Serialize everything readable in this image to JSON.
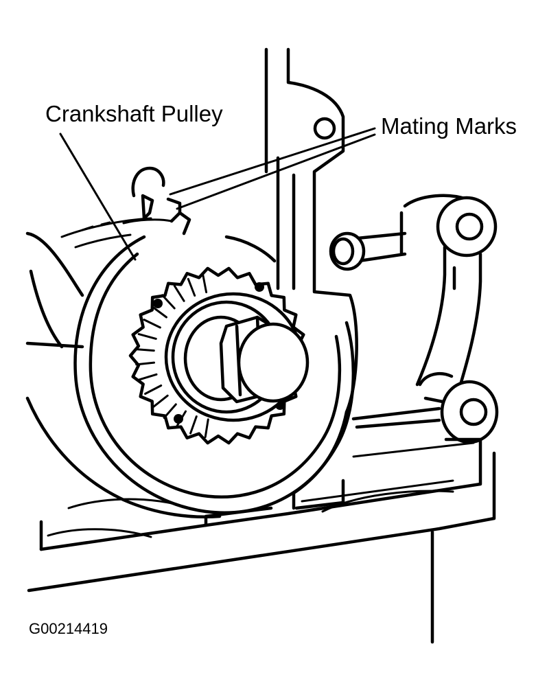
{
  "labels": {
    "crankshaft_pulley": "Crankshaft Pulley",
    "mating_marks": "Mating Marks"
  },
  "figure_id": "G00214419",
  "colors": {
    "ink": "#000000",
    "paper": "#ffffff"
  }
}
